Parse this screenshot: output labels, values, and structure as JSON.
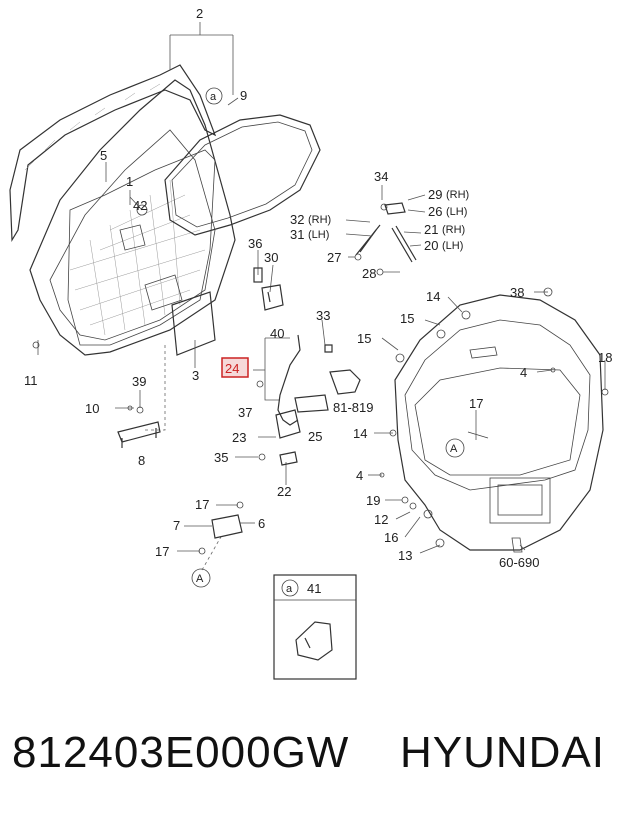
{
  "callouts": {
    "c2": "2",
    "a_top": "a",
    "c9": "9",
    "c5": "5",
    "c1": "1",
    "c42": "42",
    "c36": "36",
    "c30": "30",
    "c11": "11",
    "c3": "3",
    "c39": "39",
    "c10": "10",
    "c8": "8",
    "c40": "40",
    "c24": "24",
    "c37": "37",
    "c33": "33",
    "c81819": "81-819",
    "c23": "23",
    "c25": "25",
    "c35": "35",
    "c22": "22",
    "c17a": "17",
    "c7": "7",
    "c6": "6",
    "c17b": "17",
    "A_left": "A",
    "c34": "34",
    "c29": "29",
    "c29s": "(RH)",
    "c26": "26",
    "c26s": "(LH)",
    "c32": "32",
    "c32s": "(RH)",
    "c31": "31",
    "c31s": "(LH)",
    "c21": "21",
    "c21s": "(RH)",
    "c20": "20",
    "c20s": "(LH)",
    "c27": "27",
    "c28": "28",
    "c14a": "14",
    "c38": "38",
    "c15a": "15",
    "c15b": "15",
    "c18": "18",
    "c4a": "4",
    "c17c": "17",
    "c14b": "14",
    "A_door": "A",
    "c4b": "4",
    "c19": "19",
    "c12": "12",
    "c16": "16",
    "c13": "13",
    "c60690": "60-690",
    "inset_a": "a",
    "inset_41": "41"
  },
  "highlight_color": "#cc2222",
  "footer": {
    "part_number": "812403E000GW",
    "brand": "HYUNDAI"
  }
}
